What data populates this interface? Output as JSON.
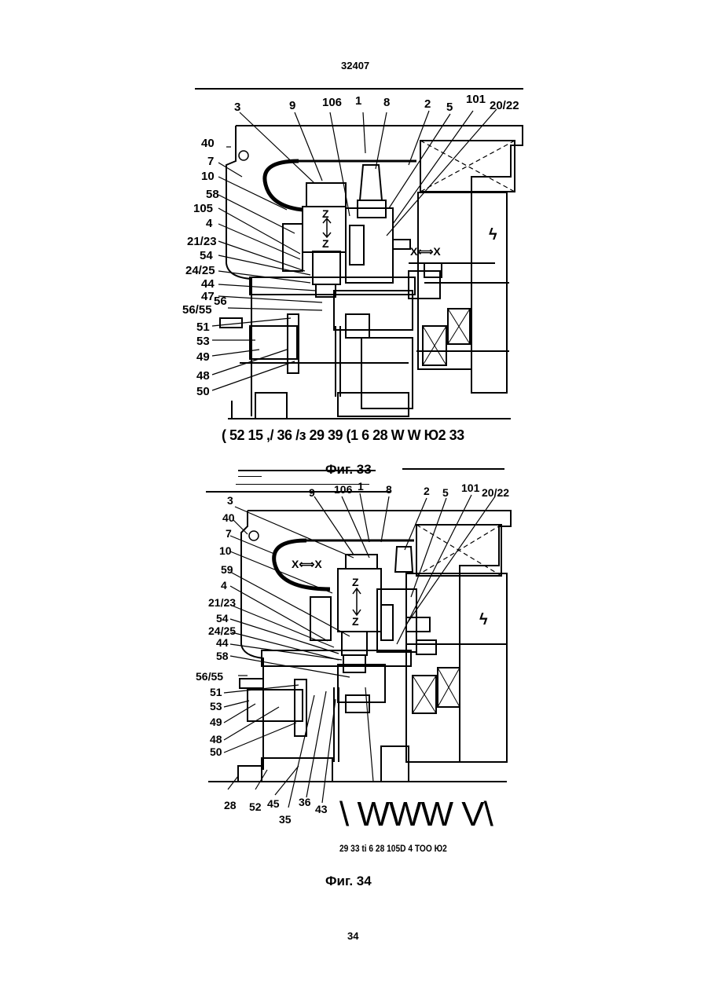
{
  "header": {
    "doc_number": "32407"
  },
  "figure1": {
    "label": "Фиг. 33",
    "top_callouts": [
      "3",
      "9",
      "106",
      "1",
      "8",
      "2",
      "5",
      "101",
      "20/22"
    ],
    "left_callouts": [
      "40",
      "7",
      "10",
      "58",
      "105",
      "4",
      "21/23",
      "54",
      "24/25",
      "44",
      "47",
      "56",
      "56/55",
      "51",
      "53",
      "49",
      "48",
      "50"
    ],
    "axis_x": "X⟺X",
    "axis_z": "Z",
    "bottom_callouts": "( 52 15 ,/ 36 /з   29 39 (1 6 28    W W Ю2 33"
  },
  "figure2": {
    "label": "Фиг. 34",
    "top_callouts": [
      "9",
      "106",
      "1",
      "8",
      "2",
      "5",
      "101",
      "20/22"
    ],
    "left_callouts": [
      "3",
      "40",
      "7",
      "10",
      "59",
      "4",
      "21/23",
      "54",
      "24/25",
      "44",
      "58",
      "56/55",
      "51",
      "53",
      "49",
      "48",
      "50"
    ],
    "axis_x": "X⟺X",
    "axis_z": "Z",
    "bottom_left_callouts": [
      "28",
      "52",
      "45",
      "35",
      "36",
      "43"
    ],
    "squiggle": "\\ WWW V\\",
    "bottom_callouts": "29 33 ti 6 28 105D 4 TOO Ю2"
  },
  "footer": {
    "page_number": "34"
  }
}
